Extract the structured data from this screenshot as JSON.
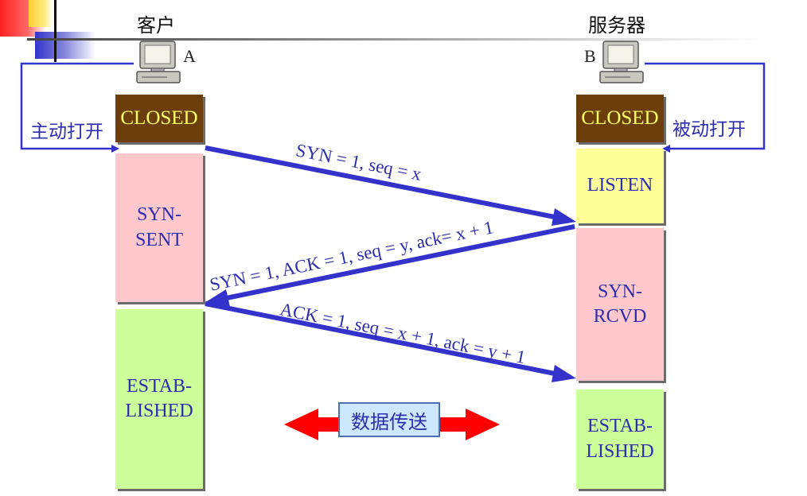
{
  "client": {
    "title": "客户",
    "host": "A",
    "open_label": "主动打开"
  },
  "server": {
    "title": "服务器",
    "host": "B",
    "open_label": "被动打开"
  },
  "client_states": [
    "CLOSED",
    "SYN-\nSENT",
    "ESTAB-\nLISHED"
  ],
  "server_states": [
    "CLOSED",
    "LISTEN",
    "SYN-\nRCVD",
    "ESTAB-\nLISHED"
  ],
  "segments": [
    {
      "text": "SYN = 1, seq = x"
    },
    {
      "text": "SYN = 1, ACK = 1, seq = y, ack= x + 1"
    },
    {
      "text": "ACK = 1, seq = x + 1, ack = y + 1"
    }
  ],
  "data_transfer": "数据传送",
  "colors": {
    "arrow": "#3333cc",
    "closed_bg": "#6b3e0c",
    "closed_text": "#ffff66",
    "syn_bg": "#ffc8cc",
    "established_bg": "#ccff99",
    "listen_bg": "#ffff99",
    "state_text": "#2d2db0",
    "data_arrow": "#ff0000"
  }
}
